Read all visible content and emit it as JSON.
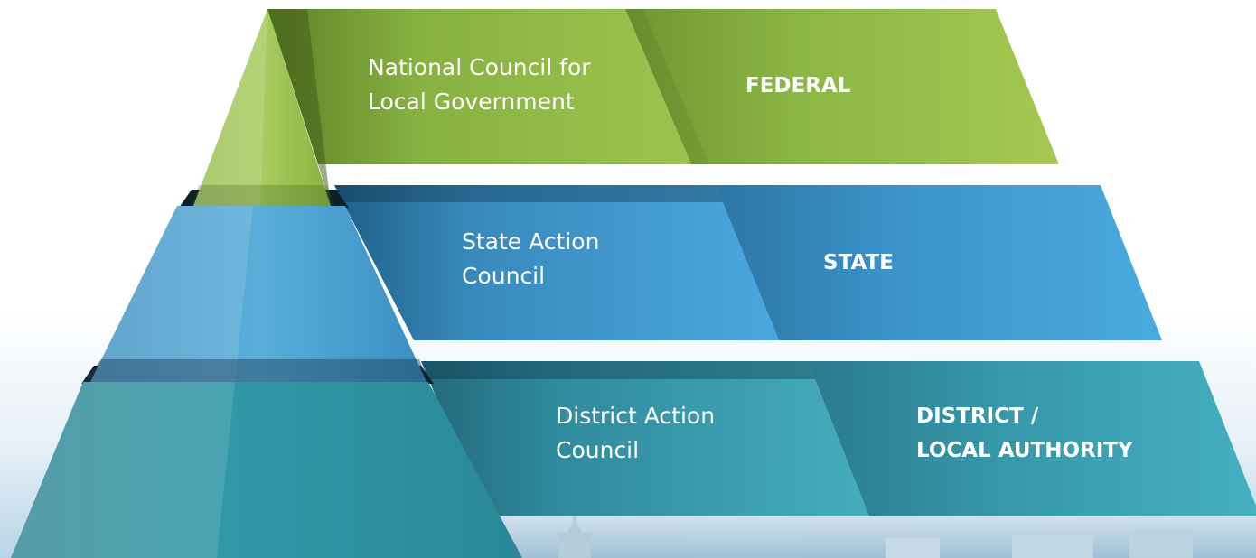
{
  "tiers": [
    {
      "id": "federal",
      "name_lines": [
        "National Council for",
        "Local Government"
      ],
      "level_lines": [
        "FEDERAL"
      ],
      "color": "#8db843"
    },
    {
      "id": "state",
      "name_lines": [
        "State Action",
        "Council"
      ],
      "level_lines": [
        "STATE"
      ],
      "color": "#3b95c8"
    },
    {
      "id": "district",
      "name_lines": [
        "District Action",
        "Council"
      ],
      "level_lines": [
        "DISTRICT /",
        "LOCAL AUTHORITY"
      ],
      "color": "#2f98a6"
    }
  ]
}
